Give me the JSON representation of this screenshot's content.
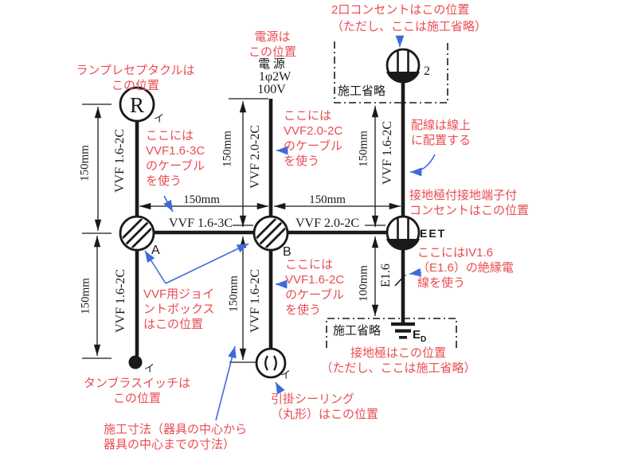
{
  "diagram": {
    "colors": {
      "annotation_red": "#ea4c52",
      "arrow_blue": "#3d6bdc",
      "line_black": "#1a1a1a"
    },
    "notes": {
      "lamp": "ランプレセプタクルは\nこの位置",
      "power": "電源は\nこの位置",
      "outlet2": "2口コンセントはこの位置\n（ただし、ここは施工省略）",
      "cable163": "ここには\nVVF1.6-3C\nのケーブル\nを使う",
      "cable202": "ここには\nVVF2.0-2C\nのケーブル\nを使う",
      "wiring": "配線は線上\nに配置する",
      "eet": "接地極付接地端子付\nコンセントはこの位置",
      "iv": "ここにはIV1.6\n（E1.6）の絶縁電\n線を使う",
      "cable162": "ここには\nVVF1.6-2C\nのケーブル\nを使う",
      "joint": "VVF用ジョイ\nントボックス\nはこの位置",
      "switch": "タンブラスイッチは\nこの位置",
      "rose": "引掛シーリング\n（丸形）はこの位置",
      "ground": "接地極はこの位置\n（ただし、ここは施工省略）",
      "dims": "施工寸法（器具の中心から\n器具の中心までの寸法）"
    },
    "source": {
      "title": "電 源",
      "spec1": "1φ2W",
      "spec2": "100V"
    },
    "cables": {
      "left_top": "VVF 1.6-2C",
      "left_bottom": "VVF 1.6-2C",
      "mid_top": "VVF 2.0-2C",
      "mid_bottom": "VVF 1.6-2C",
      "right_top": "VVF 1.6-2C",
      "ab": "VVF 1.6-3C",
      "be": "VVF 2.0-2C",
      "earth": "E1.6"
    },
    "dimensions": {
      "left_top": "150mm",
      "left_bottom": "150mm",
      "mid_top": "150mm",
      "mid_bottom": "150mm",
      "right_top": "150mm",
      "right_bottom": "100mm",
      "ab": "150mm",
      "be": "150mm"
    },
    "devices": {
      "lamp_letter": "R",
      "joint_a": "A",
      "joint_b": "B",
      "outlet_count": "2",
      "eet_label": "EET",
      "earth_e": "E",
      "earth_sub": "D",
      "branch_lamp": "イ",
      "branch_switch": "イ",
      "branch_rose": "イ"
    },
    "omission": {
      "top": "施工省略",
      "bottom": "施工省略"
    }
  }
}
